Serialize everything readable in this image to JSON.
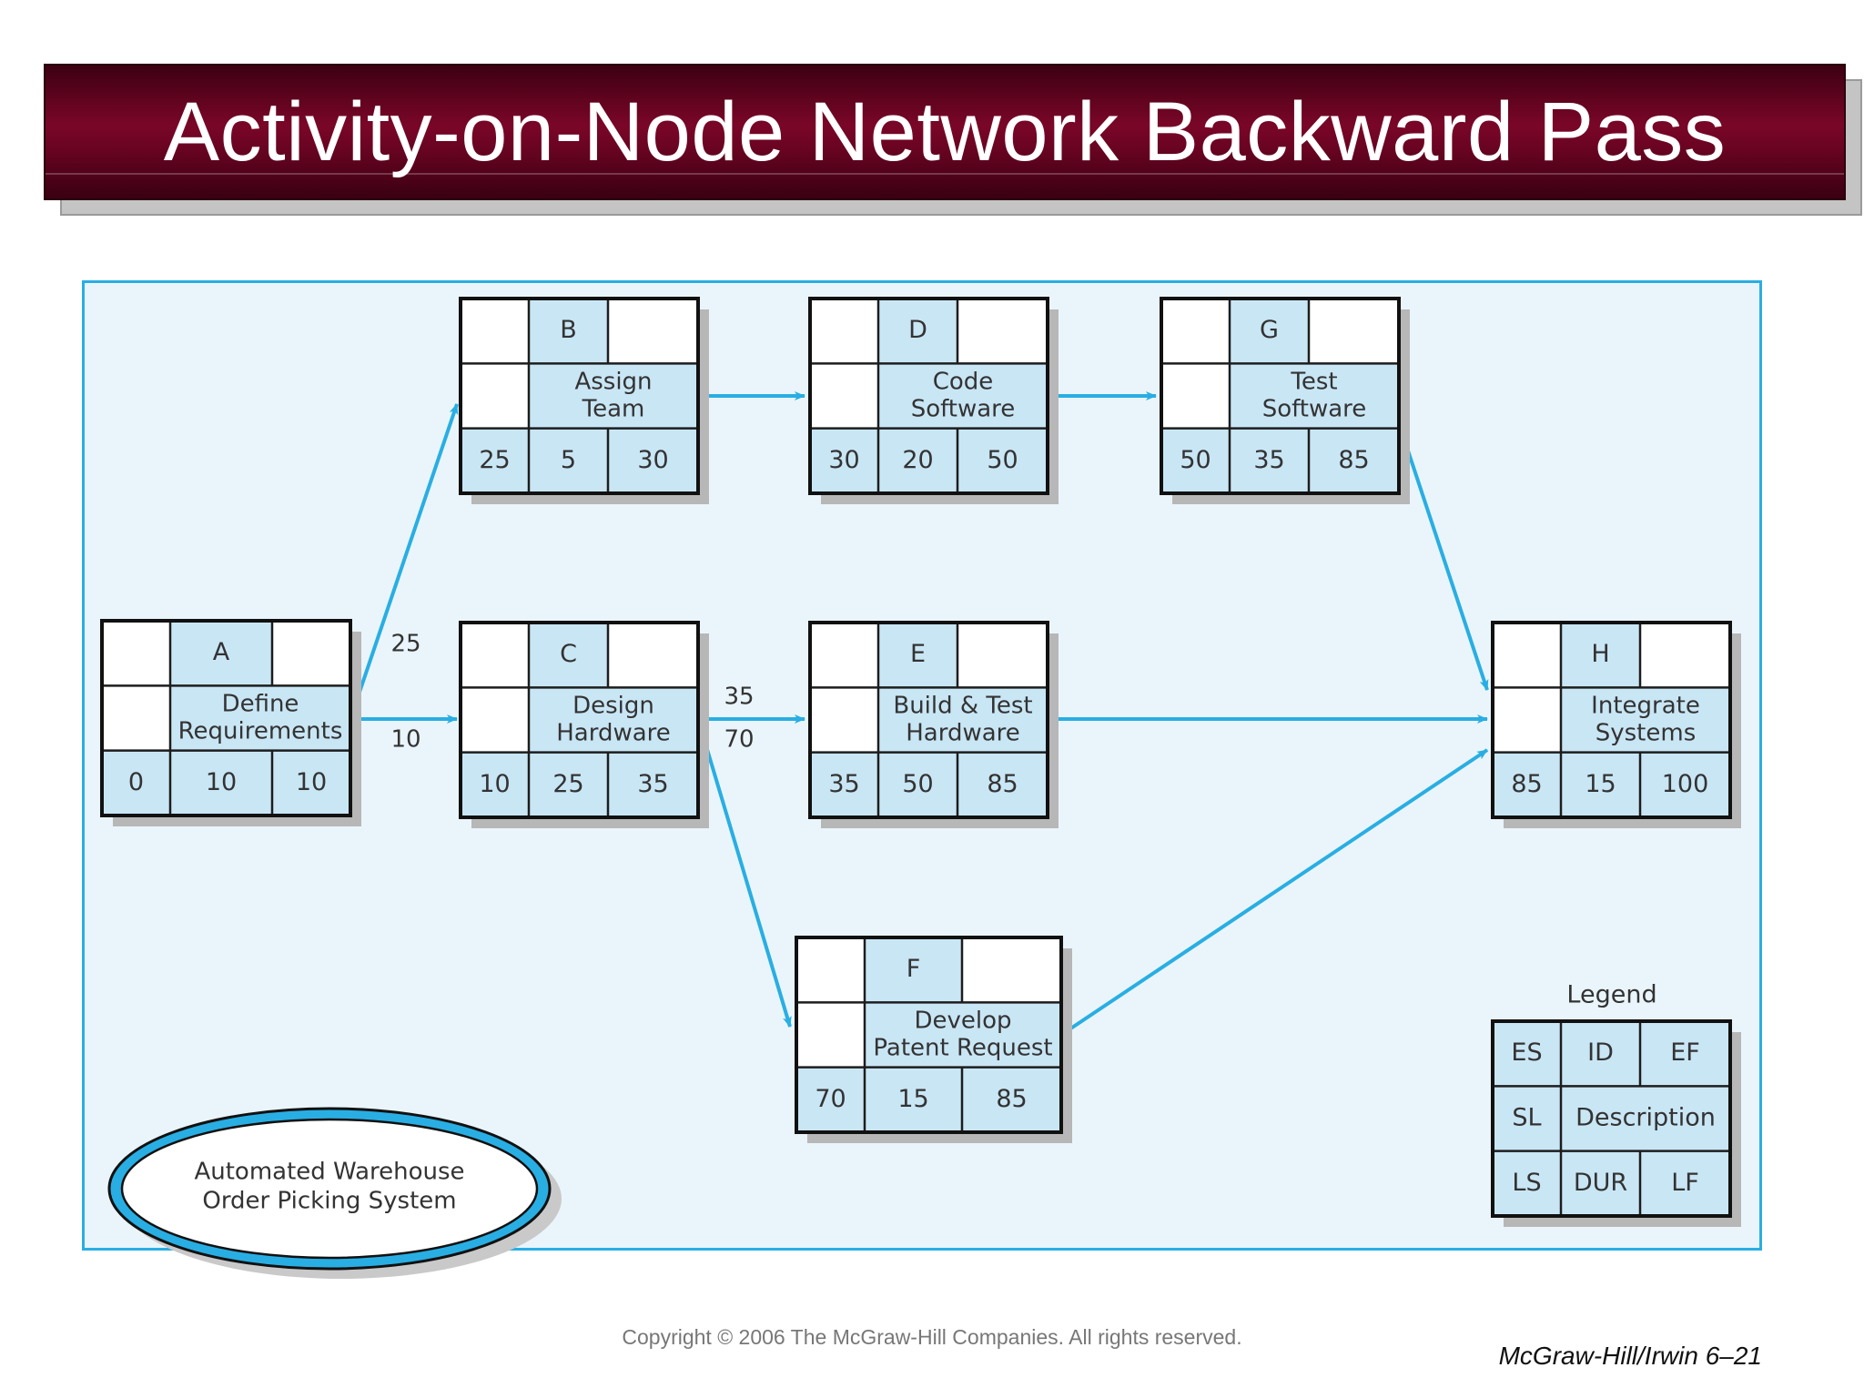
{
  "slide": {
    "title": "Activity-on-Node Network Backward Pass",
    "copyright": "Copyright © 2006 The McGraw-Hill Companies. All rights reserved.",
    "footer": "McGraw-Hill/Irwin  6–21"
  },
  "colors": {
    "title_bar": "#7a0628",
    "panel_bg": "#eaf5fb",
    "accent": "#29aee3",
    "cell_fill": "#c9e6f5"
  },
  "nodes": [
    {
      "id": "A",
      "desc": [
        "Define",
        "Requirements"
      ],
      "es": "",
      "ef": "",
      "sl": "",
      "ls": "0",
      "dur": "10",
      "lf": "10"
    },
    {
      "id": "B",
      "desc": [
        "Assign",
        "Team"
      ],
      "es": "",
      "ef": "",
      "sl": "",
      "ls": "25",
      "dur": "5",
      "lf": "30"
    },
    {
      "id": "C",
      "desc": [
        "Design",
        "Hardware"
      ],
      "es": "",
      "ef": "",
      "sl": "",
      "ls": "10",
      "dur": "25",
      "lf": "35"
    },
    {
      "id": "D",
      "desc": [
        "Code",
        "Software"
      ],
      "es": "",
      "ef": "",
      "sl": "",
      "ls": "30",
      "dur": "20",
      "lf": "50"
    },
    {
      "id": "E",
      "desc": [
        "Build & Test",
        "Hardware"
      ],
      "es": "",
      "ef": "",
      "sl": "",
      "ls": "35",
      "dur": "50",
      "lf": "85"
    },
    {
      "id": "F",
      "desc": [
        "Develop",
        "Patent Request"
      ],
      "es": "",
      "ef": "",
      "sl": "",
      "ls": "70",
      "dur": "15",
      "lf": "85"
    },
    {
      "id": "G",
      "desc": [
        "Test",
        "Software"
      ],
      "es": "",
      "ef": "",
      "sl": "",
      "ls": "50",
      "dur": "35",
      "lf": "85"
    },
    {
      "id": "H",
      "desc": [
        "Integrate",
        "Systems"
      ],
      "es": "",
      "ef": "",
      "sl": "",
      "ls": "85",
      "dur": "15",
      "lf": "100"
    }
  ],
  "edges": [
    {
      "from": "A",
      "to": "B"
    },
    {
      "from": "A",
      "to": "C"
    },
    {
      "from": "B",
      "to": "D"
    },
    {
      "from": "D",
      "to": "G"
    },
    {
      "from": "C",
      "to": "E"
    },
    {
      "from": "C",
      "to": "F"
    },
    {
      "from": "G",
      "to": "H"
    },
    {
      "from": "E",
      "to": "H"
    },
    {
      "from": "F",
      "to": "H"
    }
  ],
  "edge_labels": [
    {
      "edge": "A-B",
      "text": "25"
    },
    {
      "edge": "A-C",
      "text": "10"
    },
    {
      "edge": "C-E",
      "text": "35"
    },
    {
      "edge": "C-F",
      "text": "70"
    }
  ],
  "legend": {
    "title": "Legend",
    "cells": {
      "es": "ES",
      "id": "ID",
      "ef": "EF",
      "sl": "SL",
      "desc": "Description",
      "ls": "LS",
      "dur": "DUR",
      "lf": "LF"
    }
  },
  "system_label": [
    "Automated Warehouse",
    "Order Picking System"
  ]
}
